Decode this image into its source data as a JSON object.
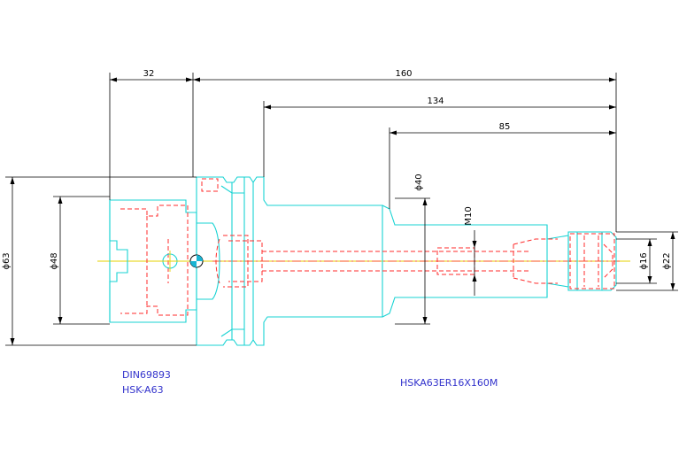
{
  "dimensions": {
    "d32": "32",
    "d160": "160",
    "d134": "134",
    "d85": "85",
    "dia63": "ϕ63",
    "dia48": "ϕ48",
    "dia40": "ϕ40",
    "m10": "M10",
    "dia16": "ϕ16",
    "dia22": "ϕ22"
  },
  "labels": {
    "standard": "DIN69893",
    "interface": "HSK-A63",
    "model": "HSKA63ER16X160M"
  },
  "colors": {
    "outline": "#19d3d3",
    "hidden": "#ff2b2b",
    "centerline": "#e6d200",
    "dimension": "#000000",
    "label": "#3333cc"
  }
}
